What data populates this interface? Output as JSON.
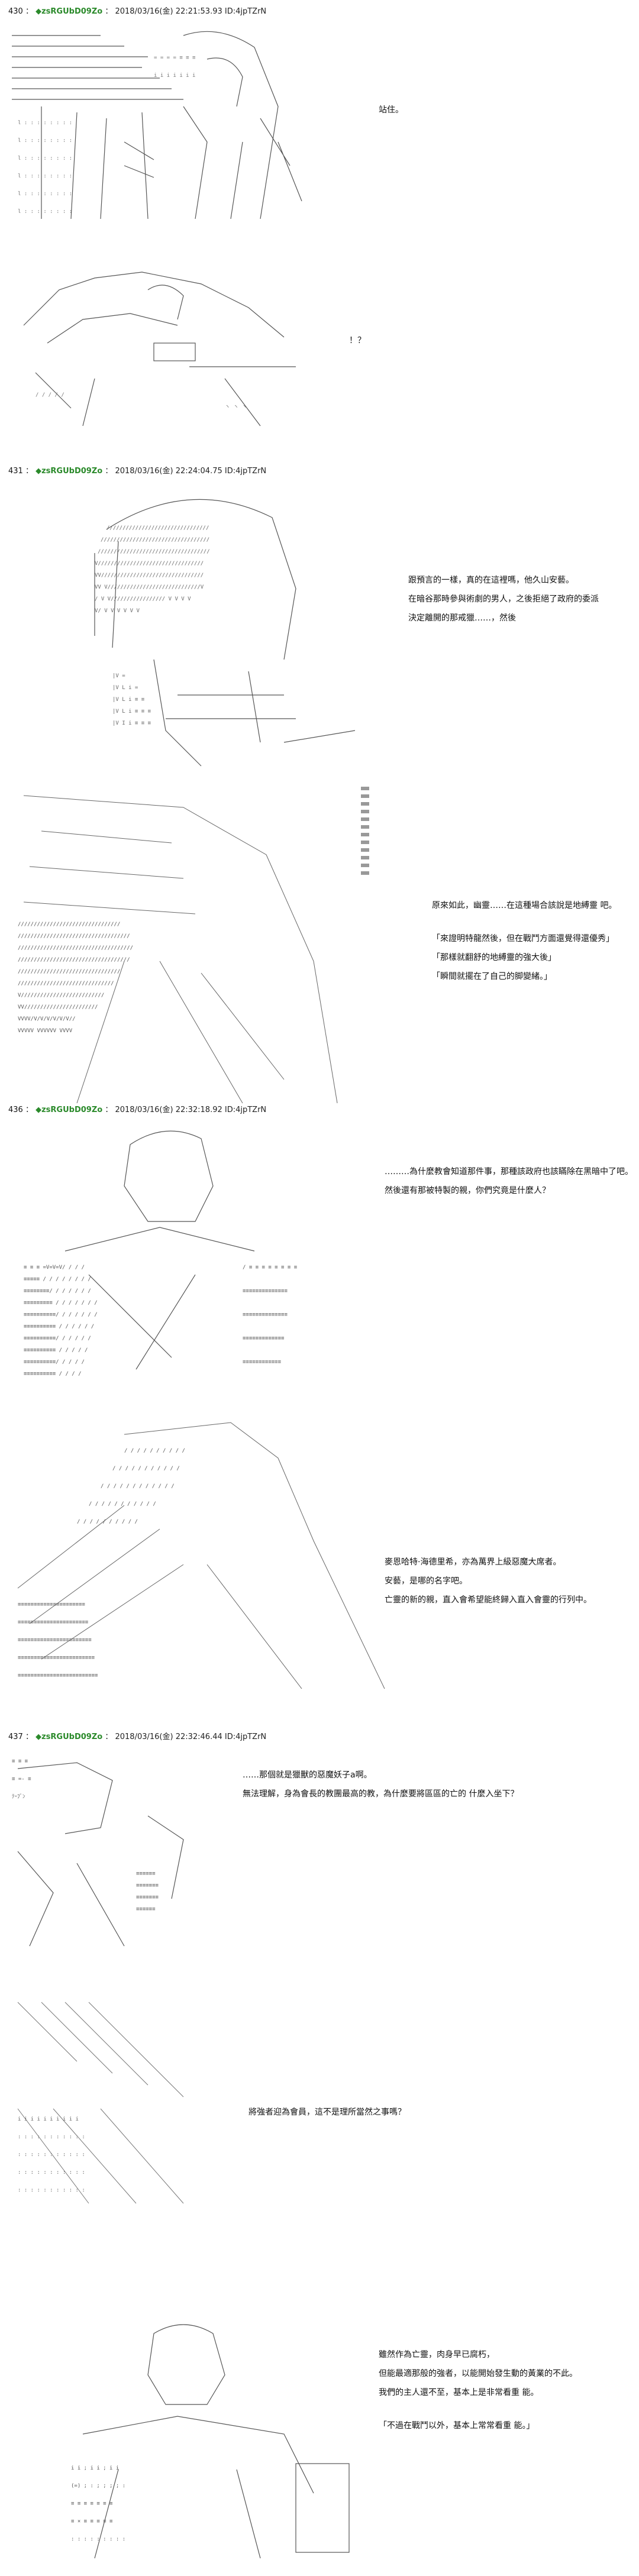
{
  "posts": [
    {
      "number": "430",
      "name": "◆zsRGUbD09Zo",
      "meta": "2018/03/16(金) 22:21:53.93 ID:4jpTZrN",
      "panels": [
        {
          "lines": [
            "站住。"
          ]
        },
        {
          "lines": [
            "！？"
          ]
        }
      ]
    },
    {
      "number": "431",
      "name": "◆zsRGUbD09Zo",
      "meta": "2018/03/16(金) 22:24:04.75 ID:4jpTZrN",
      "panels": [
        {
          "lines": [
            "跟預言的一樣，真的在這裡嗎，他久山安藝。",
            "在暗谷那時參與術劇的男人，之後拒絕了政府的委派",
            "決定離開的那戒獵……，然後"
          ]
        },
        {
          "lines": [
            "原來如此，幽靈……在這種場合該說是地縛靈 吧。",
            "「來證明特龍然後，但在戰鬥方面還覺得還優秀」",
            "「那樣就翻舒的地縛靈的強大後」",
            "「瞬間就擺在了自己的脚變緒。」"
          ]
        }
      ]
    },
    {
      "number": "436",
      "name": "◆zsRGUbD09Zo",
      "meta": "2018/03/16(金) 22:32:18.92 ID:4jpTZrN",
      "panels": [
        {
          "lines": [
            "………為什麼教會知道那件事，那種該政府也該瞞除在黑暗中了吧。",
            "然後還有那被特製的親，你們究竟是什麼人？"
          ]
        },
        {
          "lines": [
            "麥恩哈特·海德里希，亦為萬界上級惡魔大席者。",
            "安藝，是哪的名字吧。",
            "亡靈的新的親，直入會希望能終歸入直入會靈的行列中。"
          ]
        }
      ]
    },
    {
      "number": "437",
      "name": "◆zsRGUbD09Zo",
      "meta": "2018/03/16(金) 22:32:46.44 ID:4jpTZrN",
      "panels": [
        {
          "lines": [
            "……那個就是獵獸的惡魔妖子a啊。",
            "無法理解，身為會長的教團最高的教，為什麼要將區區的亡的 什麼入坐下？"
          ]
        },
        {
          "lines": [
            "將強者迎為會員，這不是理所當然之事嗎？"
          ]
        },
        {
          "lines": [
            "雖然作為亡靈，肉身早已腐朽，",
            "但能最適那般的強者，以能開始發生動的黃業的不此。",
            "我們的主人還不至，基本上是非常看重 能。",
            "「不過在戰鬥以外，基本上常常看重 能。」"
          ]
        }
      ]
    }
  ]
}
